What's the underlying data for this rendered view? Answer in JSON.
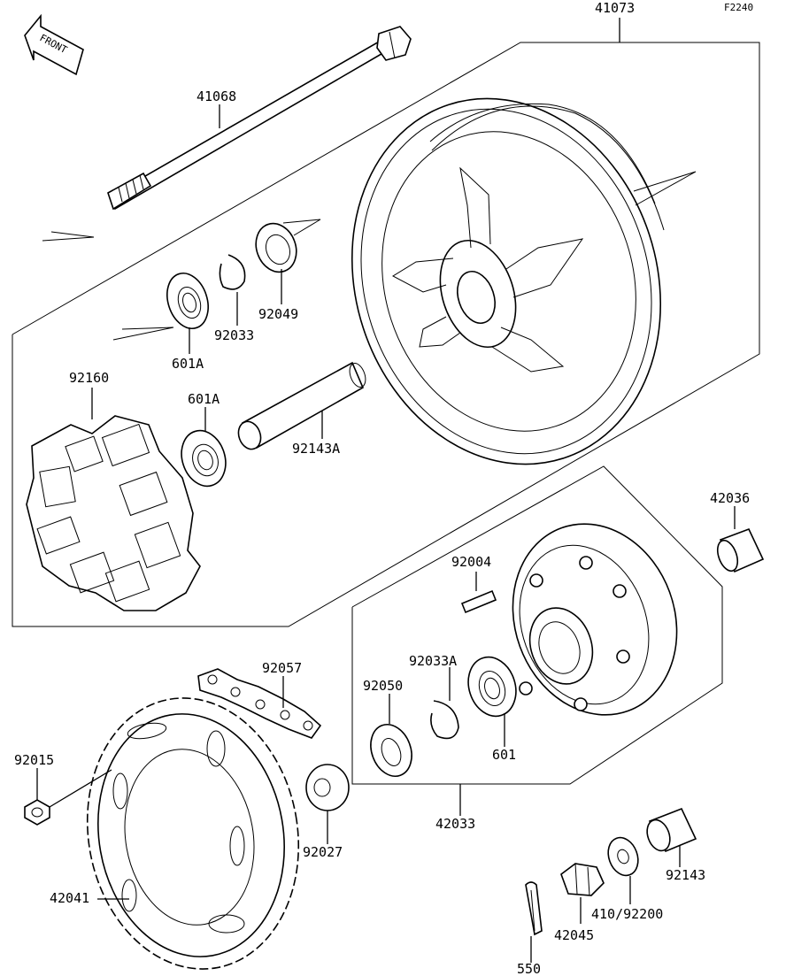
{
  "diagram": {
    "code": "F2240",
    "front_label": "FRONT",
    "parts": {
      "p41073": "41073",
      "p41068": "41068",
      "p92049": "92049",
      "p92033": "92033",
      "p601A_top": "601A",
      "p92160": "92160",
      "p601A": "601A",
      "p92143A": "92143A",
      "p42036": "42036",
      "p92004": "92004",
      "p92057": "92057",
      "p92033A": "92033A",
      "p92050": "92050",
      "p601": "601",
      "p92015": "92015",
      "p42033": "42033",
      "p92027": "92027",
      "p92143": "92143",
      "p42041": "42041",
      "p410_92200": "410/92200",
      "p42045": "42045",
      "p550": "550"
    }
  }
}
